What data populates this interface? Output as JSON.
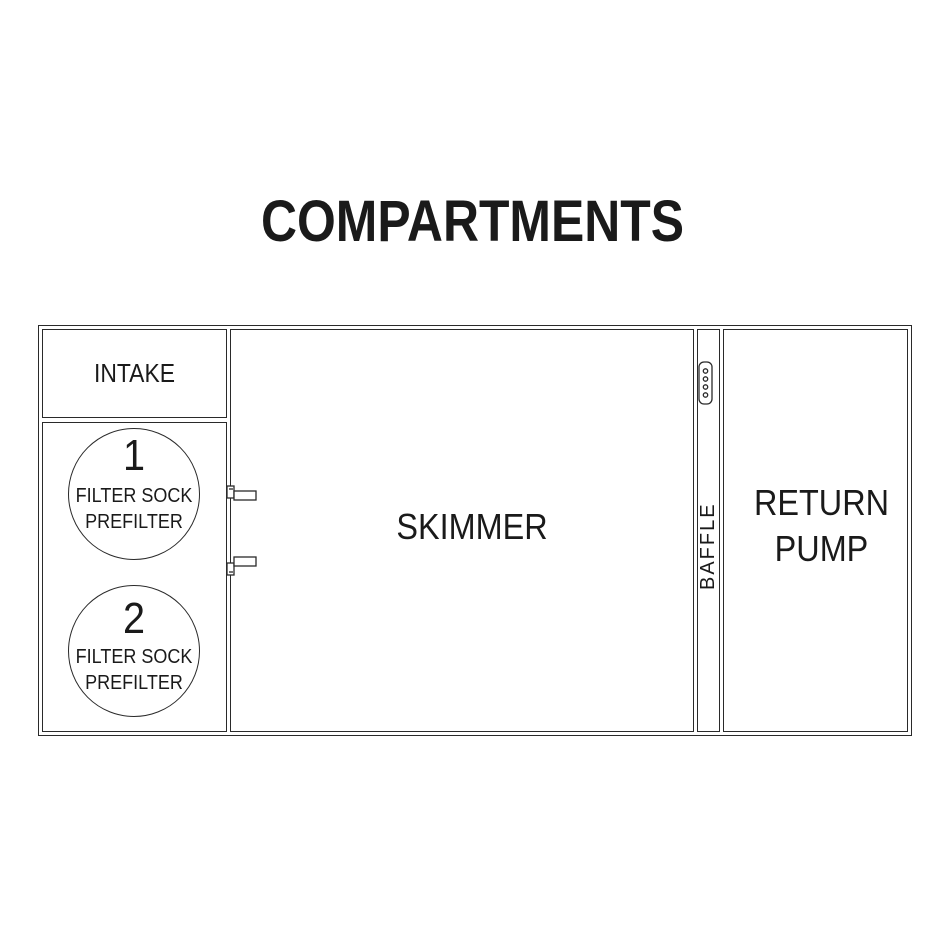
{
  "title": "COMPARTMENTS",
  "compartments": {
    "intake": "INTAKE",
    "skimmer": "SKIMMER",
    "baffle": "BAFFLE",
    "return_pump_line1": "RETURN",
    "return_pump_line2": "PUMP"
  },
  "filter_socks": [
    {
      "number": "1",
      "line1": "FILTER SOCK",
      "line2": "PREFILTER"
    },
    {
      "number": "2",
      "line1": "FILTER SOCK",
      "line2": "PREFILTER"
    }
  ]
}
